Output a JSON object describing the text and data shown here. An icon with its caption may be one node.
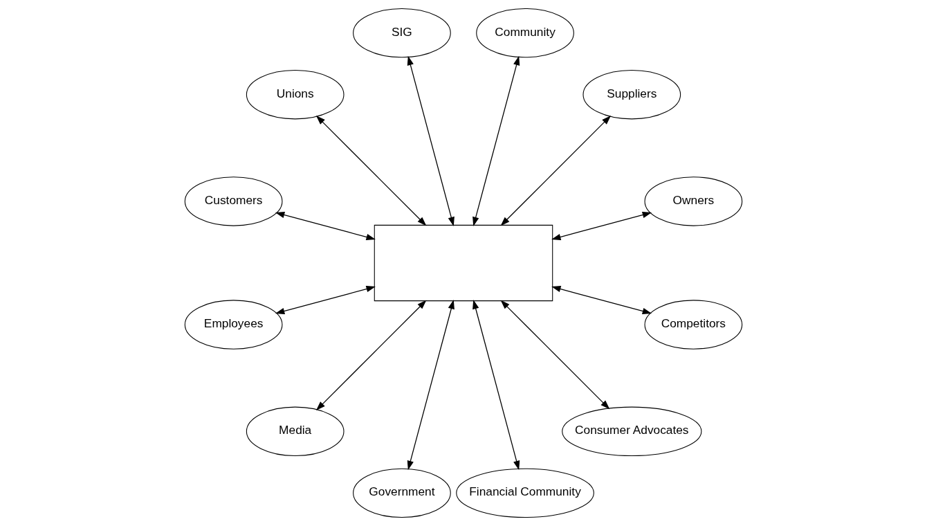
{
  "diagram": {
    "nodes": [
      {
        "text": [],
        "shape": "box"
      },
      {
        "text": [
          "Owners"
        ]
      },
      {
        "text": [
          "Suppliers"
        ]
      },
      {
        "text": [
          "Community"
        ]
      },
      {
        "text": [
          "SIG"
        ]
      },
      {
        "text": [
          "Unions"
        ]
      },
      {
        "text": [
          "Customers"
        ]
      },
      {
        "text": [
          "Employees"
        ]
      },
      {
        "text": [
          "Media"
        ]
      },
      {
        "text": [
          "Government"
        ]
      },
      {
        "text": [
          "Financial Community"
        ]
      },
      {
        "text": [
          "Consumer Advocates"
        ]
      },
      {
        "text": [
          "Competitors"
        ]
      }
    ],
    "edges": [
      {
        "from": 0,
        "to": 1,
        "arrow": "both"
      },
      {
        "from": 0,
        "to": 3,
        "arrow": "both"
      },
      {
        "from": 0,
        "to": 5,
        "arrow": "both"
      },
      {
        "from": 0,
        "to": 7,
        "arrow": "both"
      },
      {
        "from": 0,
        "to": 9,
        "arrow": "both"
      },
      {
        "from": 0,
        "to": 11,
        "arrow": "both"
      },
      {
        "from": 0,
        "to": 12,
        "arrow": "both"
      },
      {
        "from": 0,
        "to": 10,
        "arrow": "both"
      },
      {
        "from": 0,
        "to": 8,
        "arrow": "both"
      },
      {
        "from": 0,
        "to": 6,
        "arrow": "both"
      },
      {
        "from": 0,
        "to": 4,
        "arrow": "both"
      },
      {
        "from": 0,
        "to": 2,
        "arrow": "both"
      }
    ]
  }
}
